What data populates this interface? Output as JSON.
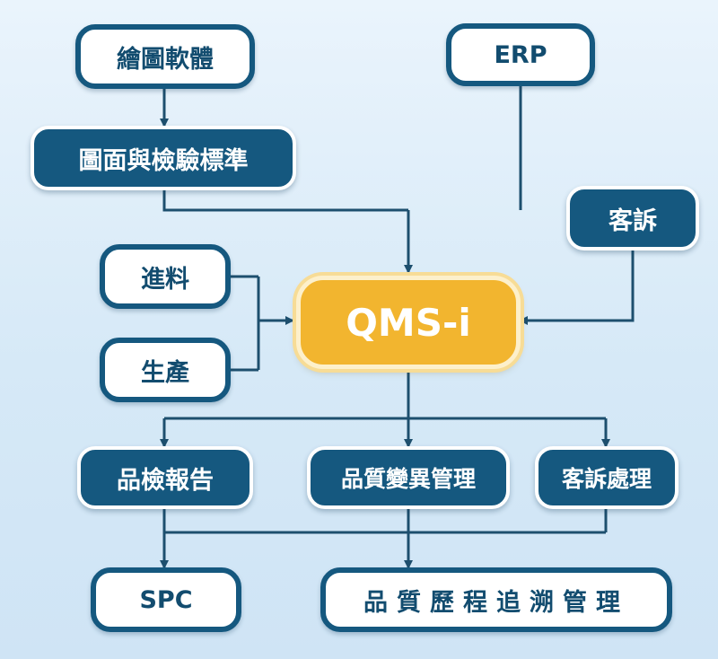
{
  "nodes": {
    "cad_software": "繪圖軟體",
    "erp": "ERP",
    "drawing_standards": "圖面與檢驗標準",
    "complaint": "客訴",
    "incoming": "進料",
    "production": "生產",
    "qms": "QMS-i",
    "inspection_report": "品檢報告",
    "quality_change": "品質變異管理",
    "complaint_handling": "客訴處理",
    "spc": "SPC",
    "traceability": "品質歷程追溯管理"
  },
  "colors": {
    "navy": "#15587f",
    "gold": "#f2b52f",
    "line": "#1d4f6e",
    "background": "#dceefa"
  }
}
